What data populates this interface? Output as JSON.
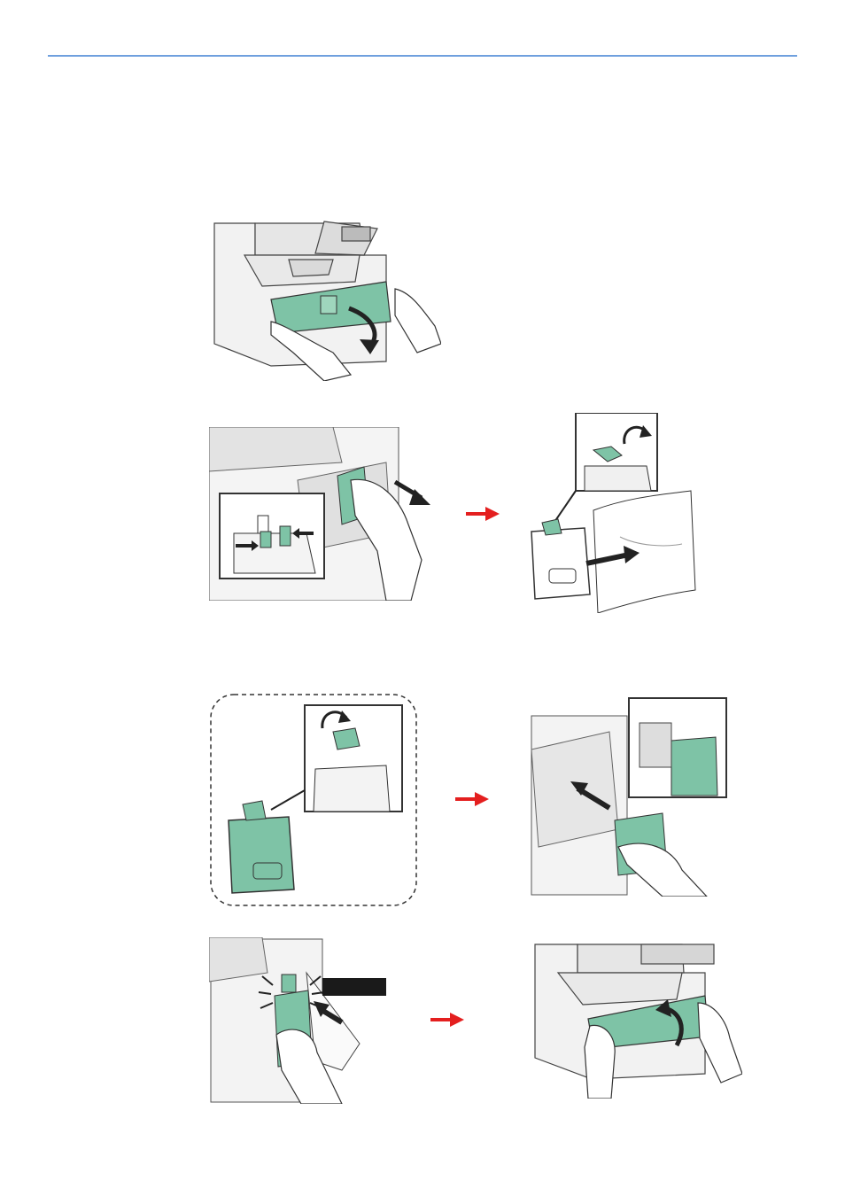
{
  "document": {
    "header_rule_color": "#6fa0de",
    "illustrations": [
      {
        "name": "open-front-cover",
        "icons": [
          "printer-icon",
          "down-arrow-icon",
          "hand-icon"
        ]
      },
      {
        "name": "remove-toner-container",
        "icons": [
          "toner-container-icon",
          "pull-arrow-icon",
          "hand-icon"
        ]
      },
      {
        "name": "cap-and-bag-old-container",
        "icons": [
          "cap-rotate-icon",
          "disposal-bag-icon"
        ]
      },
      {
        "name": "new-toner-container",
        "icons": [
          "cap-rotate-icon",
          "toner-container-icon"
        ]
      },
      {
        "name": "insert-new-container",
        "icons": [
          "insert-arrow-icon",
          "hand-icon"
        ]
      },
      {
        "name": "push-container-click",
        "icons": [
          "click-burst-icon",
          "push-arrow-icon"
        ]
      },
      {
        "name": "close-front-cover",
        "icons": [
          "up-arrow-icon",
          "hand-icon"
        ]
      }
    ],
    "accent_colors": {
      "part": "#7ec3a6",
      "step_arrow": "#e41f1f",
      "line": "#333333"
    }
  }
}
